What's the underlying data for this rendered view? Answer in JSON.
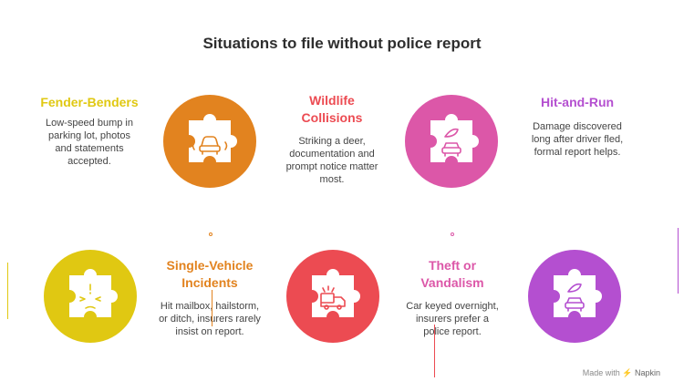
{
  "title": "Situations to file without police report",
  "items": [
    {
      "label": "Fender-Benders",
      "desc": [
        "Low-speed bump in",
        "parking lot, photos",
        "and statements",
        "accepted."
      ],
      "color": "#e0c812",
      "circle_color": "#e2831f",
      "icon": "car-skid-icon"
    },
    {
      "label": [
        "Wildlife",
        "Collisions"
      ],
      "desc": [
        "Striking a deer,",
        "documentation and",
        "prompt notice matter",
        "most."
      ],
      "color": "#ec4b52",
      "circle_color": "#dc57a8",
      "icon": "car-leaf-icon"
    },
    {
      "label": "Hit-and-Run",
      "desc": [
        "Damage discovered",
        "long after driver fled,",
        "formal report helps."
      ],
      "color": "#b44fd0",
      "icon": "car-leaf-icon"
    },
    {
      "label": [
        "Single-Vehicle",
        "Incidents"
      ],
      "desc": [
        "Hit mailbox, hailstorm,",
        "or ditch, insurers rarely",
        "insist on report."
      ],
      "color": "#e2831f",
      "circle_color": "#e0c812",
      "icon": "face-warning-icon"
    },
    {
      "label": [
        "Theft or",
        "Vandalism"
      ],
      "desc": [
        "Car keyed overnight,",
        "insurers prefer a",
        "police report."
      ],
      "color": "#dc57a8",
      "circle_color": "#ec4b52",
      "icon": "tow-truck-icon"
    }
  ],
  "extra_circle": {
    "color": "#b44fd0",
    "icon": "car-leaf-icon"
  },
  "footer": {
    "made_with": "Made with",
    "brand": "Napkin"
  }
}
